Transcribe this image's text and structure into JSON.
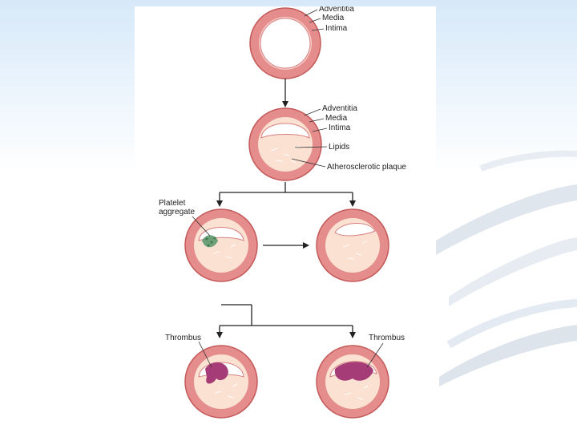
{
  "labels": {
    "adventitia": "Adventitia",
    "media": "Media",
    "intima": "Intima",
    "lipids": "Lipids",
    "plaque": "Atherosclerotic plaque",
    "platelet_line1": "Platelet",
    "platelet_line2": "aggregate",
    "thrombus": "Thrombus"
  },
  "colors": {
    "vessel_wall": "#e58c8c",
    "vessel_edge": "#c45a5a",
    "intima_fill": "#f6c9c4",
    "plaque_fill": "#fbe1d2",
    "platelet": "#5e9a6e",
    "thrombus": "#a53c78",
    "arrow": "#222222"
  },
  "icons": {
    "flow_arrow": "arrow-down-icon",
    "progression_arrow": "arrow-right-icon"
  }
}
